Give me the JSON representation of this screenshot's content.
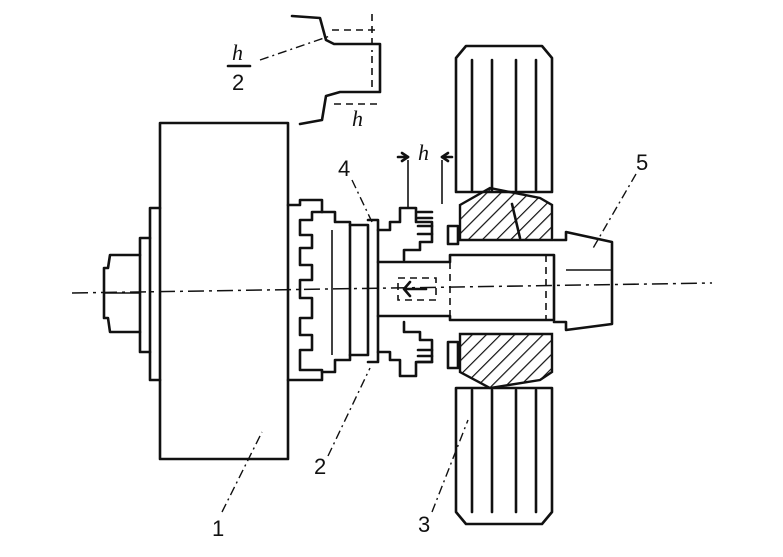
{
  "labels": {
    "part_1": "1",
    "part_2": "2",
    "part_3": "3",
    "part_4": "4",
    "part_5": "5",
    "h_fraction_numerator": "h",
    "h_fraction_denominator": "2",
    "h_detail": "h",
    "h_gap": "h"
  }
}
